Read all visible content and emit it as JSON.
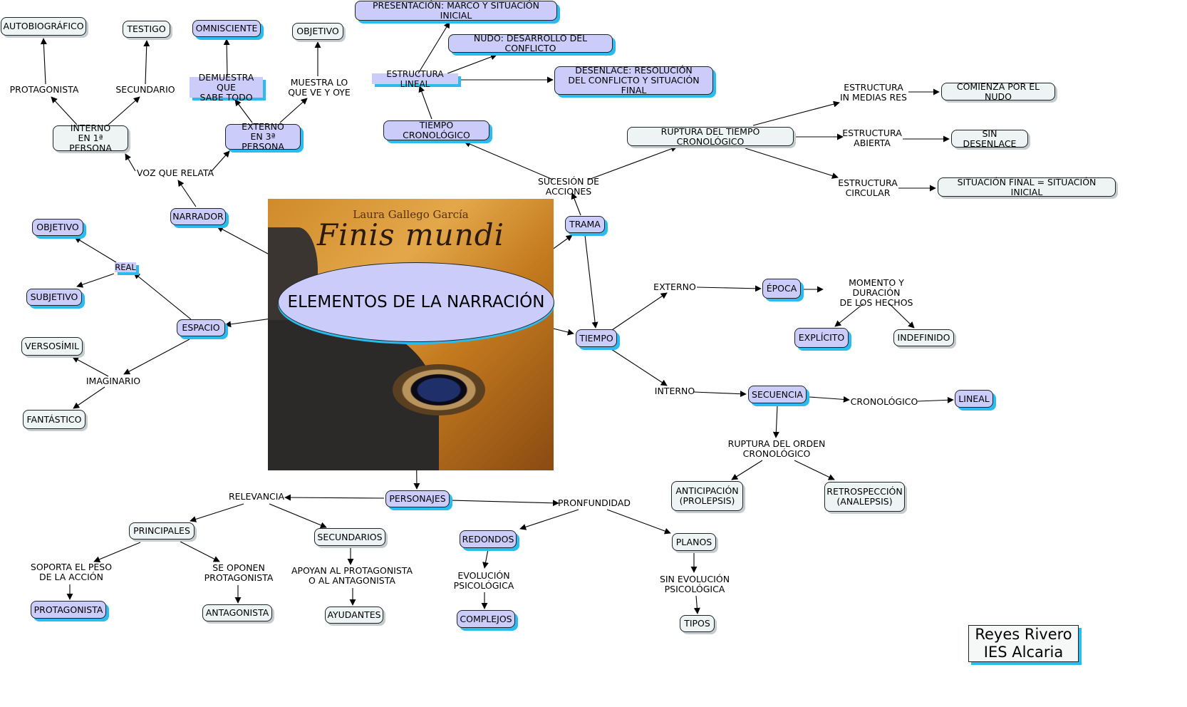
{
  "title": "ELEMENTOS DE LA NARRACIÓN",
  "cover": {
    "author": "Laura Gallego García",
    "book_title": "Finis mundi"
  },
  "signature": "Reyes Rivero\nIES Alcaria",
  "colors": {
    "concept_fill": "#ccccfa",
    "plain_fill": "#eef3f4",
    "shadow": "#2bbbee",
    "line": "#000000"
  },
  "nodes": {
    "narrador": "NARRADOR",
    "voz": "VOZ QUE RELATA",
    "interno1": "INTERNO\nEN 1ª PERSONA",
    "externo3": "EXTERNO\nEN 3ª PERSONA",
    "protagonista1": "PROTAGONISTA",
    "secundario1": "SECUNDARIO",
    "autobio": "AUTOBIOGRÁFICO",
    "testigo": "TESTIGO",
    "demuestra": "DEMUESTRA QUE\nSABE TODO",
    "muestra": "MUESTRA LO\nQUE VE Y OYE",
    "omnisciente": "OMNISCIENTE",
    "objetivo_n": "OBJETIVO",
    "espacio": "ESPACIO",
    "real": "REAL",
    "objetivo_e": "OBJETIVO",
    "subjetivo": "SUBJETIVO",
    "imaginario": "IMAGINARIO",
    "verosimil": "VERSOSÍMIL",
    "fantastico": "FANTÁSTICO",
    "trama": "TRAMA",
    "sucesion": "SUCESIÓN DE ACCIONES",
    "tiempo_cron": "TIEMPO CRONOLÓGICO",
    "estructura_lineal": "ESTRUCTURA LINEAL",
    "presentacion": "PRESENTACIÓN: MARCO Y SITUACIÓN INICIAL",
    "nudo": "NUDO: DESARROLLO DEL CONFLICTO",
    "desenlace": "DESENLACE: RESOLUCIÓN\nDEL CONFLICTO Y SITUACIÓN FINAL",
    "ruptura_tiempo": "RUPTURA DEL TIEMPO CRONOLÓGICO",
    "medias_res": "ESTRUCTURA\nIN MEDIAS RES",
    "comienza": "COMIENZA POR EL NUDO",
    "abierta": "ESTRUCTURA\nABIERTA",
    "sin_desenlace": "SIN DESENLACE",
    "circular": "ESTRUCTURA\nCIRCULAR",
    "situacion_final": "SITUACIÓN FINAL = SITUACIÓN INICIAL",
    "tiempo": "TIEMPO",
    "externo_t": "EXTERNO",
    "epoca": "ÉPOCA",
    "momento": "MOMENTO Y DURACIÓN\nDE LOS HECHOS",
    "explicito": "EXPLÍCITO",
    "indefinido": "INDEFINIDO",
    "interno_t": "INTERNO",
    "secuencia": "SECUENCIA",
    "cronologico": "CRONOLÓGICO",
    "lineal": "LINEAL",
    "ruptura_orden": "RUPTURA DEL ORDEN\nCRONOLÓGICO",
    "anticipacion": "ANTICIPACIÓN\n(PROLEPSIS)",
    "retrospeccion": "RETROSPECCIÓN\n(ANALEPSIS)",
    "personajes": "PERSONAJES",
    "relevancia": "RELEVANCIA",
    "principales": "PRINCIPALES",
    "secundarios": "SECUNDARIOS",
    "soporta": "SOPORTA EL PESO\nDE LA ACCIÓN",
    "oponen": "SE OPONEN\nPROTAGONISTA",
    "apoyan": "APOYAN AL PROTAGONISTA\nO AL ANTAGONISTA",
    "protagonista_p": "PROTAGONISTA",
    "antagonista": "ANTAGONISTA",
    "ayudantes": "AYUDANTES",
    "profundidad": "PRONFUNDIDAD",
    "redondos": "REDONDOS",
    "evolucion": "EVOLUCIÓN\nPSICOLÓGICA",
    "complejos": "COMPLEJOS",
    "planos": "PLANOS",
    "sin_evolucion": "SIN EVOLUCIÓN\nPSICOLÓGICA",
    "tipos": "TIPOS"
  }
}
